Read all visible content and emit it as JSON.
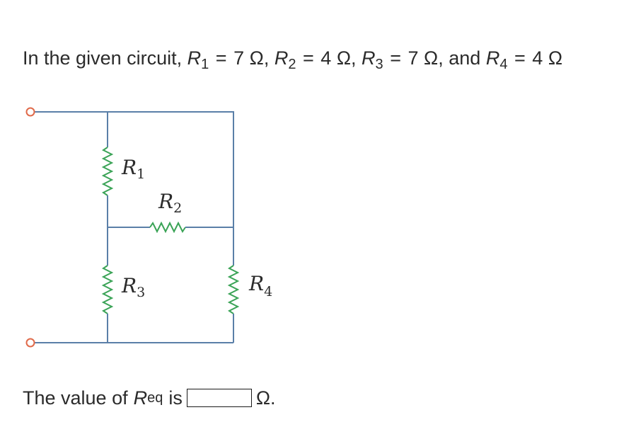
{
  "question": {
    "intro": "In the given circuit,",
    "r_symbol": "R",
    "r1_sub": "1",
    "r1_value": "7",
    "r2_sub": "2",
    "r2_value": "4",
    "r3_sub": "3",
    "r3_value": "7",
    "r4_sub": "4",
    "r4_value": "4",
    "equals": "=",
    "unit": "Ω",
    "sep": ",",
    "and": "and"
  },
  "circuit": {
    "labels": {
      "r1": {
        "symbol": "R",
        "sub": "1"
      },
      "r2": {
        "symbol": "R",
        "sub": "2"
      },
      "r3": {
        "symbol": "R",
        "sub": "3"
      },
      "r4": {
        "symbol": "R",
        "sub": "4"
      }
    }
  },
  "answer": {
    "prefix": "The value of",
    "req_symbol": "R",
    "req_sub": "eq",
    "is": "is",
    "input_value": "",
    "unit": "Ω."
  },
  "colors": {
    "wire": "#5a7fa8",
    "resistor": "#3aa356",
    "terminal": "#e06a4a",
    "text": "#2b2b2b"
  }
}
